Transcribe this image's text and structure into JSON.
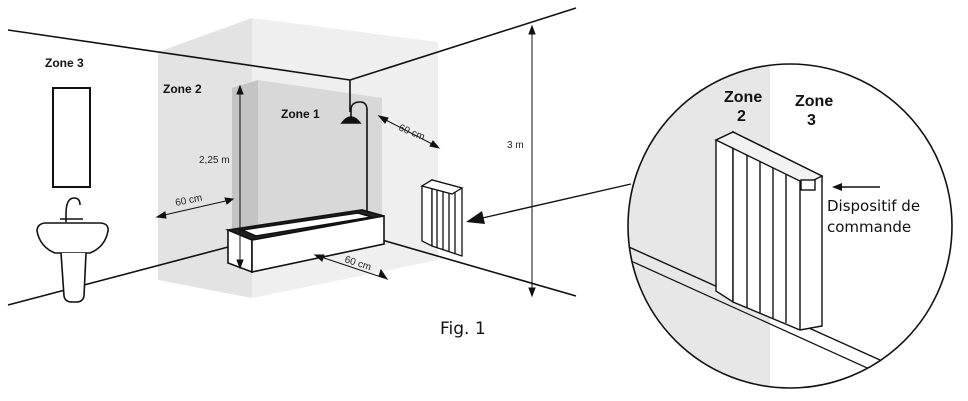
{
  "labels": {
    "zone3_room": "Zone 3",
    "zone2_room": "Zone 2",
    "zone1_room": "Zone 1",
    "dim_225": "2,25 m",
    "dim_60_left": "60 cm",
    "dim_60_right": "60 cm",
    "dim_60_bottom": "60 cm",
    "dim_3m": "3 m",
    "figure": "Fig. 1",
    "zoom_zone2_line1": "Zone",
    "zoom_zone2_line2": "2",
    "zoom_zone3_line1": "Zone",
    "zoom_zone3_line2": "3",
    "control_line1": "Dispositif de",
    "control_line2": "commande"
  },
  "colors": {
    "zone2_fill": "#e6e6e6",
    "zone1_fill": "#d2d2d2",
    "zone_front_dark": "#bdbdbd",
    "line": "#111111"
  }
}
